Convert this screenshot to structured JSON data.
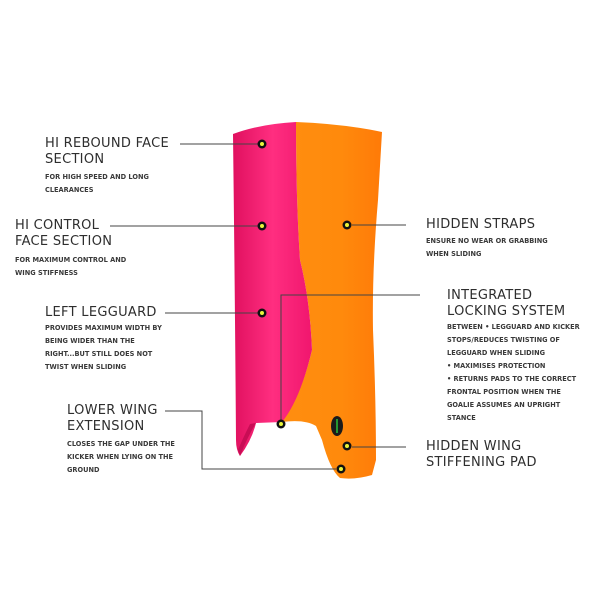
{
  "callouts": {
    "hi_rebound": {
      "title": [
        "HI REBOUND FACE",
        "SECTION"
      ],
      "desc": [
        "FOR HIGH SPEED AND LONG",
        "CLEARANCES"
      ]
    },
    "hi_control": {
      "title": [
        "HI CONTROL",
        "FACE SECTION"
      ],
      "desc": [
        "FOR MAXIMUM CONTROL AND",
        "WING STIFFNESS"
      ]
    },
    "left_legguard": {
      "title": [
        "LEFT LEGGUARD"
      ],
      "desc": [
        "PROVIDES MAXIMUM WIDTH BY",
        "BEING WIDER THAN THE",
        "RIGHT...BUT STILL DOES NOT",
        "TWIST WHEN SLIDING"
      ]
    },
    "lower_wing": {
      "title": [
        "LOWER WING",
        "EXTENSION"
      ],
      "desc": [
        "CLOSES THE GAP UNDER THE",
        "KICKER WHEN LYING ON THE",
        "GROUND"
      ]
    },
    "hidden_straps": {
      "title": [
        "HIDDEN STRAPS"
      ],
      "desc": [
        "ENSURE NO WEAR OR GRABBING",
        "WHEN SLIDING"
      ]
    },
    "locking": {
      "title": [
        "INTEGRATED",
        "LOCKING SYSTEM"
      ],
      "desc": [
        "BETWEEN • LEGGUARD AND KICKER",
        "STOPS/REDUCES TWISTING OF",
        "LEGGUARD WHEN SLIDING",
        " • MAXIMISES PROTECTION",
        " • RETURNS PADS TO THE CORRECT",
        "FRONTAL POSITION WHEN THE",
        "GOALIE ASSUMES AN UPRIGHT",
        "STANCE"
      ]
    },
    "wing_pad": {
      "title": [
        "HIDDEN WING",
        "STIFFENING PAD"
      ],
      "desc": []
    }
  },
  "colors": {
    "pink": "#f0166e",
    "orange": "#ff8a0f",
    "dot": "#e8f53a"
  }
}
